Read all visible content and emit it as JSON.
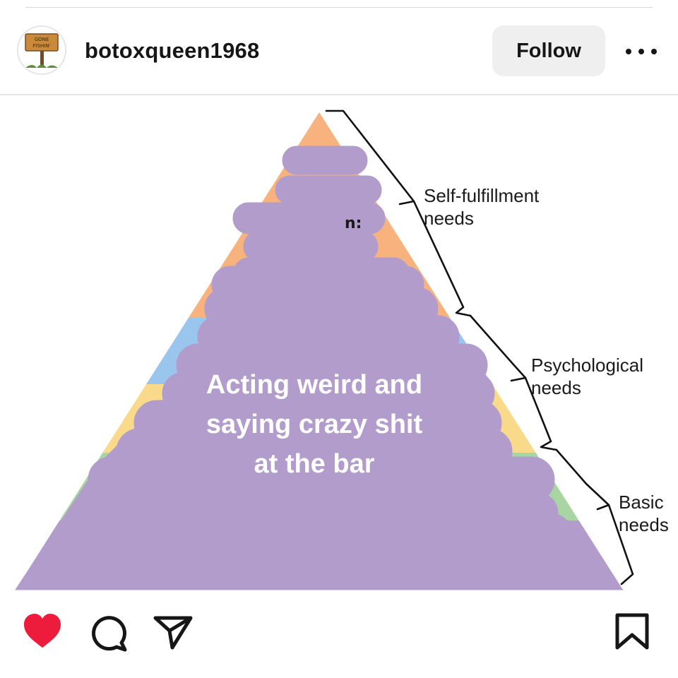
{
  "post": {
    "username": "botoxqueen1968",
    "follow_label": "Follow",
    "more_icon": "more-horizontal-icon",
    "avatar_sign_text": [
      "GONE",
      "FISHIN'"
    ]
  },
  "image": {
    "overlay_lines": [
      "Acting weird and",
      "saying crazy shit",
      "at the bar"
    ],
    "visible_fragment": "n:",
    "bracket_labels": {
      "self_fulfillment": [
        "Self-fulfillment",
        "needs"
      ],
      "psychological": [
        "Psychological",
        "needs"
      ],
      "basic": [
        "Basic",
        "needs"
      ]
    },
    "colors": {
      "orange": "#f8b27e",
      "blue": "#9ac6ee",
      "yellow": "#f9d98a",
      "green": "#a9d5a3",
      "scribble": "#b19ccc"
    }
  },
  "actions": {
    "like_icon": "heart-filled-icon",
    "like_color": "#ed1c3c",
    "comment_icon": "comment-icon",
    "share_icon": "share-icon",
    "save_icon": "bookmark-icon"
  }
}
